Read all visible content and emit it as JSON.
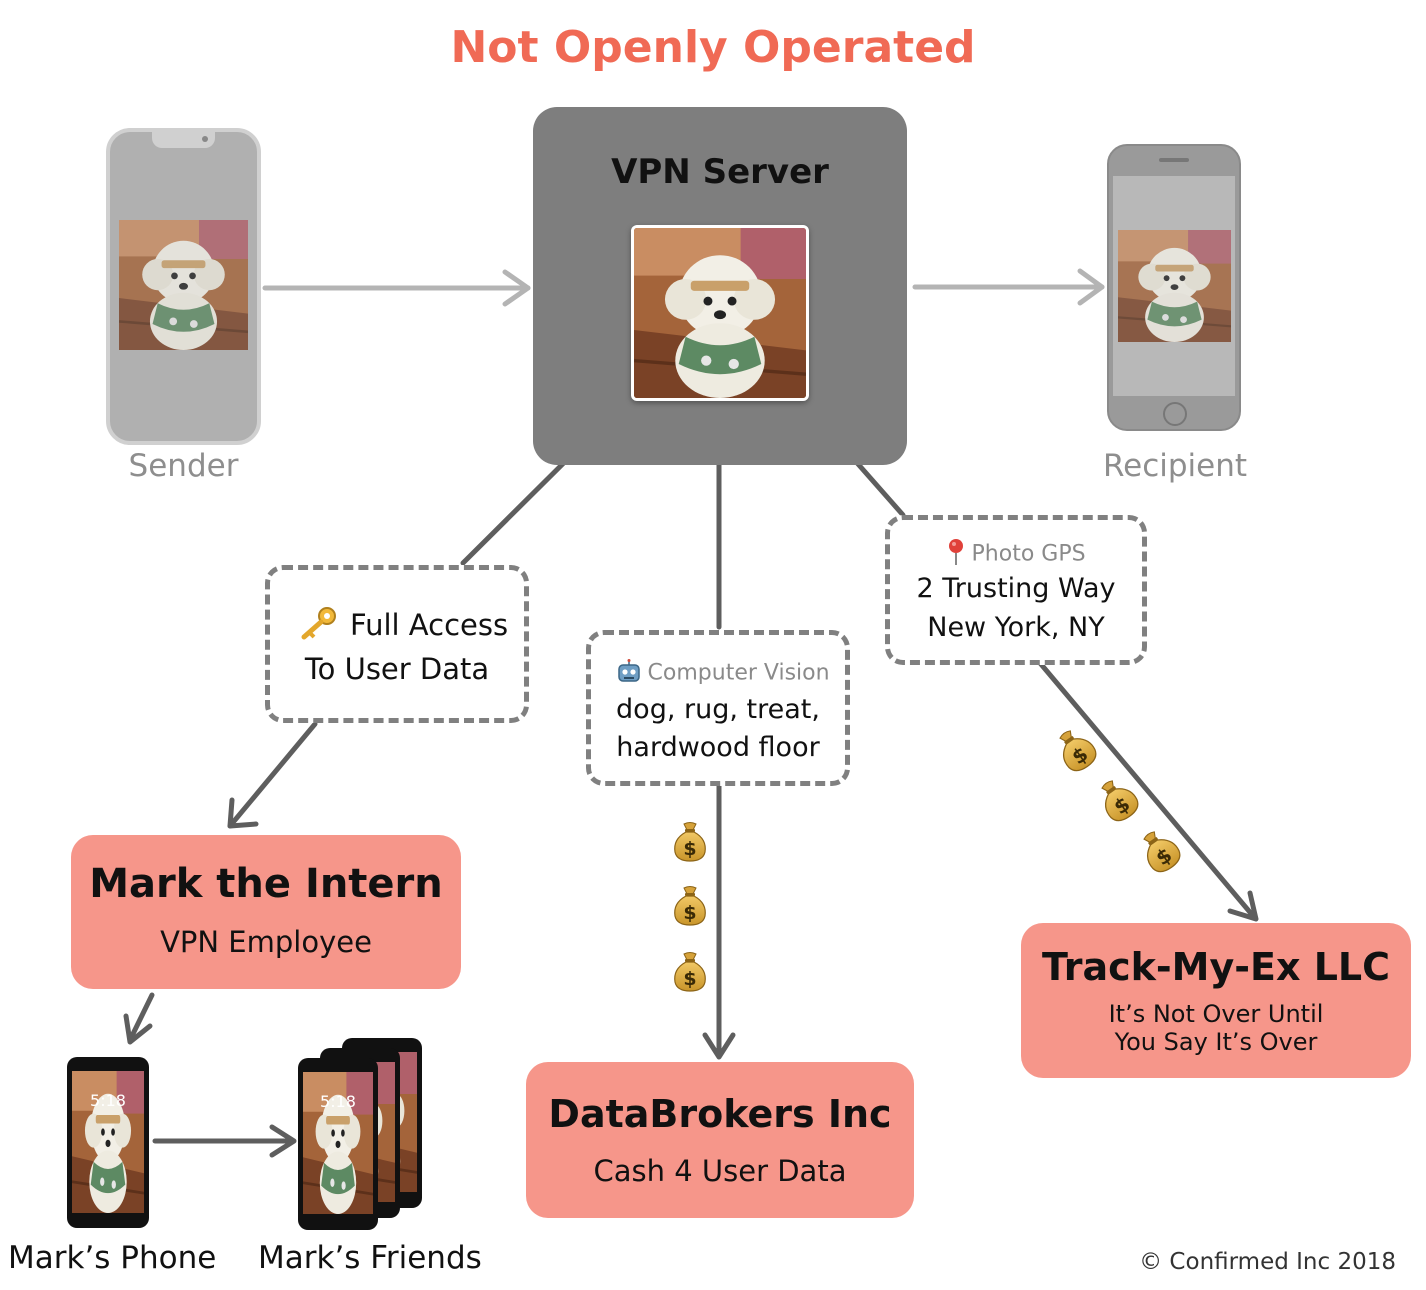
{
  "title": "Not Openly Operated",
  "server": {
    "title": "VPN Server"
  },
  "sender": {
    "label": "Sender"
  },
  "recipient": {
    "label": "Recipient"
  },
  "callouts": {
    "access": {
      "line1": "Full Access",
      "line2": "To User Data",
      "icon": "key-icon"
    },
    "vision": {
      "heading": "Computer Vision",
      "line1": "dog, rug, treat,",
      "line2": "hardwood floor",
      "icon": "robot-icon"
    },
    "gps": {
      "heading": "Photo GPS",
      "line1": "2 Trusting Way",
      "line2": "New York, NY",
      "icon": "pin-icon"
    }
  },
  "entities": {
    "intern": {
      "title": "Mark the Intern",
      "subtitle": "VPN Employee"
    },
    "brokers": {
      "title": "DataBrokers Inc",
      "subtitle": "Cash 4 User Data"
    },
    "trackmyex": {
      "title": "Track-My-Ex LLC",
      "subtitle1": "It’s Not Over Until",
      "subtitle2": "You Say It’s Over"
    }
  },
  "phones": {
    "mark_phone": {
      "label": "Mark’s Phone",
      "time": "5:18"
    },
    "mark_friends": {
      "label": "Mark’s Friends",
      "time": "5:18"
    }
  },
  "money_icon": "money-bag-icon",
  "copyright": "© Confirmed Inc 2018",
  "colors": {
    "title": "#f06a55",
    "entity_box": "#f6968a",
    "server_box": "#7e7e7e",
    "arrow": "#5e5e5e"
  }
}
